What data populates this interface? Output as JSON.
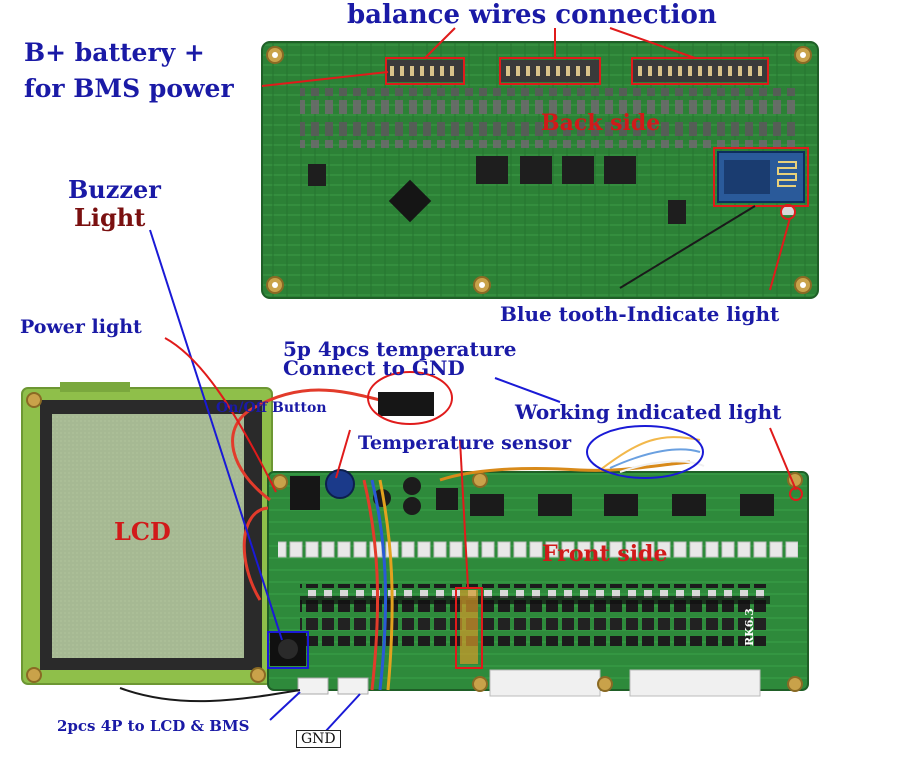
{
  "labels": {
    "balance_wires": "balance wires connection",
    "b_plus_line1": "B+ battery +",
    "b_plus_line2": "for BMS power",
    "back_side": "Back side",
    "buzzer": "Buzzer",
    "light": "Light",
    "bluetooth": "Blue tooth-Indicate light",
    "power_light": "Power light",
    "temp_5p": "5p 4pcs temperature",
    "connect_gnd": "Connect to GND",
    "on_off": "On/Off Button",
    "working_light": "Working indicated light",
    "temp_sensor": "Temperature sensor",
    "lcd": "LCD",
    "front_side": "Front side",
    "four_p": "2pcs 4P to LCD & BMS",
    "gnd": "GND",
    "board_rev": "RK6.3"
  },
  "colors": {
    "annotation_blue": "#1a1aa6",
    "annotation_red": "#d11a1a",
    "pcb_green": "#2f8a3a",
    "lcd_green": "#a9c08e"
  }
}
